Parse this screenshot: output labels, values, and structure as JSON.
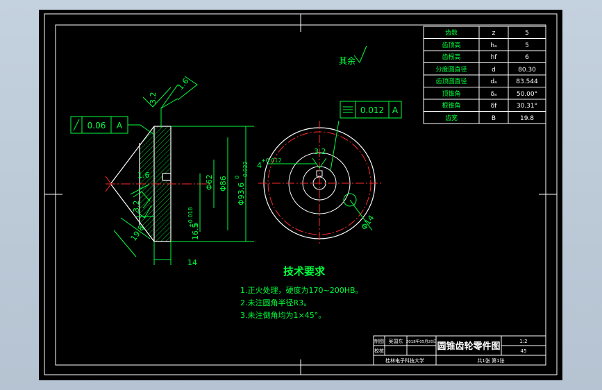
{
  "colors": {
    "background": "#000000",
    "frame": "#ffffff",
    "dimension": "#00ff3c",
    "centerline": "#ff2a2a",
    "hatch": "#00ff3c",
    "ui_surround": "#b8c6d5"
  },
  "icons": [
    "surface-roughness-symbol",
    "flatness-tolerance-symbol",
    "runout-tolerance-symbol"
  ],
  "tolerance": {
    "left_value": "0.06",
    "left_datum": "A",
    "right_value": "0.012",
    "right_datum": "A"
  },
  "roughness": {
    "top_1": "3.2",
    "top_2": "1.6",
    "mid_1": "1.6",
    "mid_2": "3.2",
    "bore": "3.2",
    "other": "其余"
  },
  "dimensions": {
    "d62": "Φ62",
    "d86": "Φ86",
    "d93": "Φ93.6",
    "d93_tol_up": "0",
    "d93_tol_low": "-0.022",
    "bore": "16.5",
    "bore_tol": "+0.018",
    "bore_tol2": "0",
    "len14": "14",
    "len19": "19.8",
    "key_w": "4",
    "key_tol": "+0.012",
    "d14": "Φ14"
  },
  "params": [
    {
      "name": "齿数",
      "sym": "z",
      "val": "5"
    },
    {
      "name": "齿顶高",
      "sym": "hₐ",
      "val": "5"
    },
    {
      "name": "齿根高",
      "sym": "hf",
      "val": "6"
    },
    {
      "name": "分度圆直径",
      "sym": "d",
      "val": "80.30"
    },
    {
      "name": "齿顶圆直径",
      "sym": "dₐ",
      "val": "83.544"
    },
    {
      "name": "顶锥角",
      "sym": "δₐ",
      "val": "50.00°"
    },
    {
      "name": "根锥角",
      "sym": "δf",
      "val": "30.31°"
    },
    {
      "name": "齿宽",
      "sym": "B",
      "val": "19.8"
    }
  ],
  "requirements": {
    "title": "技术要求",
    "items": [
      "1.正火处理，硬度为170~200HB。",
      "2.未注圆角半径R3。",
      "3.未注倒角均为1×45°。"
    ]
  },
  "title_block": {
    "designer_label": "制图",
    "designer_name": "吴国东",
    "date": "2018年05月20日",
    "checker_label": "校核",
    "drawing_title": "圆锥齿轮零件图",
    "scale": "1:2",
    "material": "45",
    "school": "桂林电子科技大学",
    "sheet": "共1张  第1张"
  }
}
